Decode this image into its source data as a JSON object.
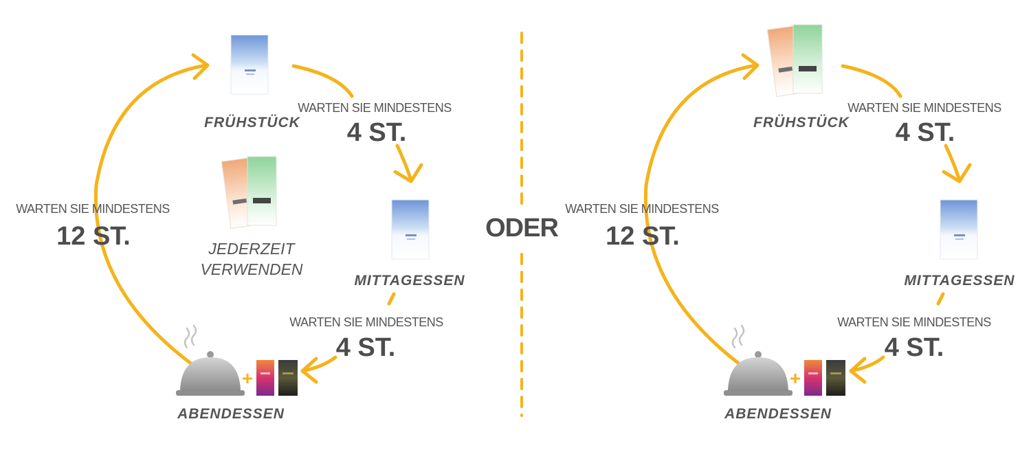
{
  "separator_label": "ODER",
  "wait_prefix": "WARTEN SIE MINDESTENS",
  "cycles": [
    {
      "breakfast_label": "FRÜHSTÜCK",
      "lunch_label": "MITTAGESSEN",
      "dinner_label": "ABENDESSEN",
      "wait_breakfast_lunch": "4 ST.",
      "wait_lunch_dinner": "4 ST.",
      "wait_dinner_breakfast": "12 ST.",
      "anytime_line1": "JEDERZEIT",
      "anytime_line2": "VERWENDEN",
      "plus": "+"
    },
    {
      "breakfast_label": "FRÜHSTÜCK",
      "lunch_label": "MITTAGESSEN",
      "dinner_label": "ABENDESSEN",
      "wait_breakfast_lunch": "4 ST.",
      "wait_lunch_dinner": "4 ST.",
      "wait_dinner_breakfast": "12 ST.",
      "plus": "+"
    }
  ],
  "colors": {
    "arrow": "#f5b31b",
    "text": "#555555",
    "separator": "#f5b31b"
  },
  "icons": [
    "blue-product-pouch-icon",
    "peach-green-pouches-icon",
    "cloche-icon",
    "steam-icon",
    "pink-stick-icon",
    "dark-stick-icon"
  ]
}
